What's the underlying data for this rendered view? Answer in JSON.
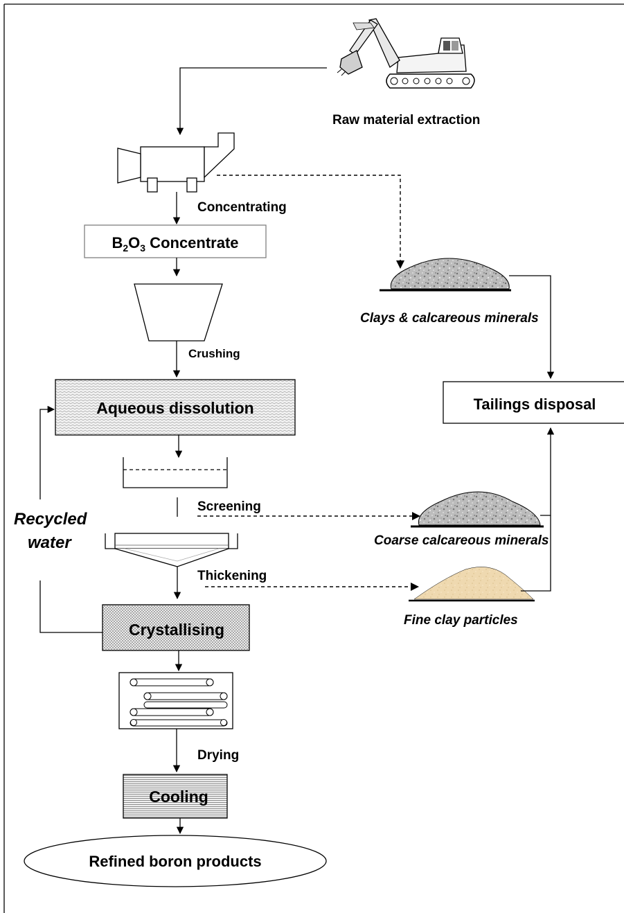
{
  "labels": {
    "raw_material_extraction": "Raw material extraction",
    "concentrating": "Concentrating",
    "b2o3_prefix": "B",
    "b2o3_sub1": "2",
    "b2o3_mid": "O",
    "b2o3_sub2": "3",
    "b2o3_suffix": " Concentrate",
    "crushing": "Crushing",
    "aqueous_dissolution": "Aqueous dissolution",
    "screening": "Screening",
    "thickening": "Thickening",
    "crystallising": "Crystallising",
    "drying": "Drying",
    "cooling": "Cooling",
    "refined_boron_products": "Refined boron products",
    "recycled_water_line1": "Recycled",
    "recycled_water_line2": "water",
    "tailings_disposal": "Tailings disposal",
    "clays_calcareous": "Clays & calcareous minerals",
    "coarse_calcareous": "Coarse calcareous minerals",
    "fine_clay": "Fine clay particles"
  },
  "icons": {
    "excavator": "excavator-icon",
    "concentrator": "concentrator-machine-icon",
    "crusher": "crusher-hopper-icon",
    "screen": "screen-tank-icon",
    "thickener": "thickener-icon",
    "dryer": "conveyor-dryer-icon",
    "clay_pile": "gravel-pile-icon",
    "coarse_pile": "gravel-pile-icon",
    "fine_pile": "sand-pile-icon"
  },
  "colors": {
    "line": "#000000",
    "gravel_base": "#b8b8b8",
    "sand": "#eed9b0",
    "box_border": "#808080"
  }
}
